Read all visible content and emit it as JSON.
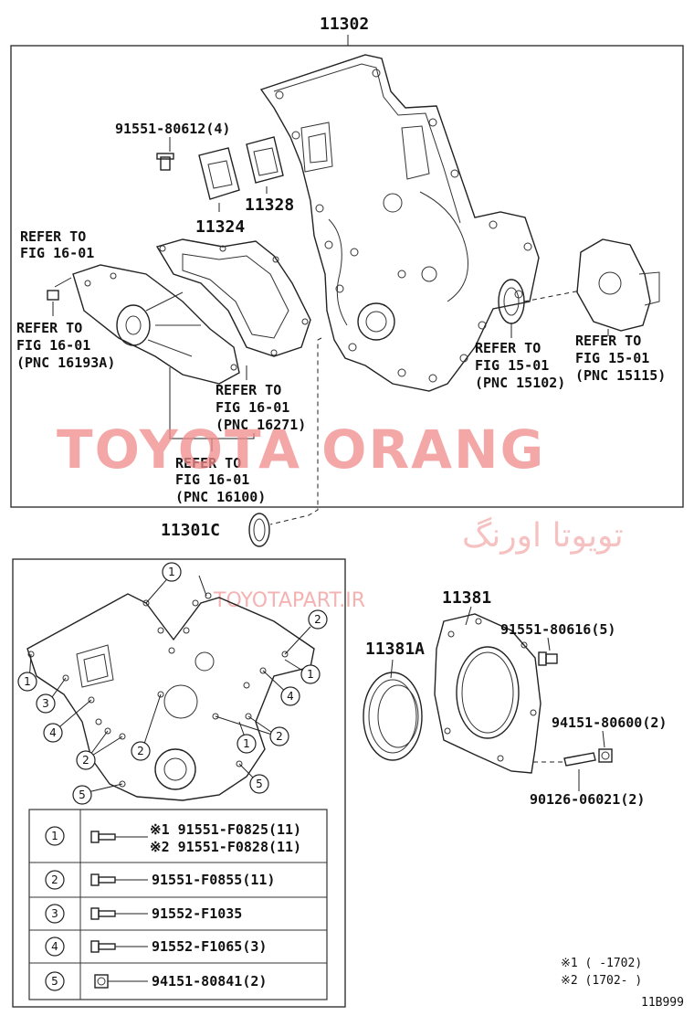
{
  "top_label": "11302",
  "watermark": {
    "main": "TOYOTA ORANG",
    "arabic": "تویوتا اورنگ",
    "url": "TOYOTAPART.IR"
  },
  "upper_labels": {
    "bolt_91551_80612": "91551-80612(4)",
    "gasket_11328": "11328",
    "gasket_11324": "11324",
    "refer_fig_16_01_a_line1": "REFER TO",
    "refer_fig_16_01_a_line2": "FIG 16-01",
    "refer_fig_16_01_b_line1": "REFER TO",
    "refer_fig_16_01_b_line2": "FIG 16-01",
    "refer_fig_16_01_b_line3": "(PNC 16193A)",
    "refer_fig_16_01_c_line1": "REFER TO",
    "refer_fig_16_01_c_line2": "FIG 16-01",
    "refer_fig_16_01_c_line3": "(PNC 16271)",
    "refer_fig_16_01_d_line1": "REFER TO",
    "refer_fig_16_01_d_line2": "FIG 16-01",
    "refer_fig_16_01_d_line3": "(PNC 16100)",
    "refer_fig_15_01_a_line1": "REFER TO",
    "refer_fig_15_01_a_line2": "FIG 15-01",
    "refer_fig_15_01_a_line3": "(PNC 15102)",
    "refer_fig_15_01_b_line1": "REFER TO",
    "refer_fig_15_01_b_line2": "FIG 15-01",
    "refer_fig_15_01_b_line3": "(PNC 15115)",
    "seal_11301c": "11301C"
  },
  "lower_right_labels": {
    "retainer_11381": "11381",
    "seal_11381a": "11381A",
    "bolt_91551_80616": "91551-80616(5)",
    "nut_94151_80600": "94151-80600(2)",
    "stud_90126_06021": "90126-06021(2)"
  },
  "legend_rows": [
    {
      "num": "1",
      "parts": [
        "※1 91551-F0825(11)",
        "※2 91551-F0828(11)"
      ]
    },
    {
      "num": "2",
      "parts": [
        "91551-F0855(11)"
      ]
    },
    {
      "num": "3",
      "parts": [
        "91552-F1035"
      ]
    },
    {
      "num": "4",
      "parts": [
        "91552-F1065(3)"
      ]
    },
    {
      "num": "5",
      "parts": [
        "94151-80841(2)"
      ]
    }
  ],
  "callout_nums": [
    "1",
    "2",
    "3",
    "4",
    "5"
  ],
  "footnotes": {
    "note1": "※1 (      -1702)",
    "note2": "※2 (1702-      )"
  },
  "figure_code": "11B999"
}
